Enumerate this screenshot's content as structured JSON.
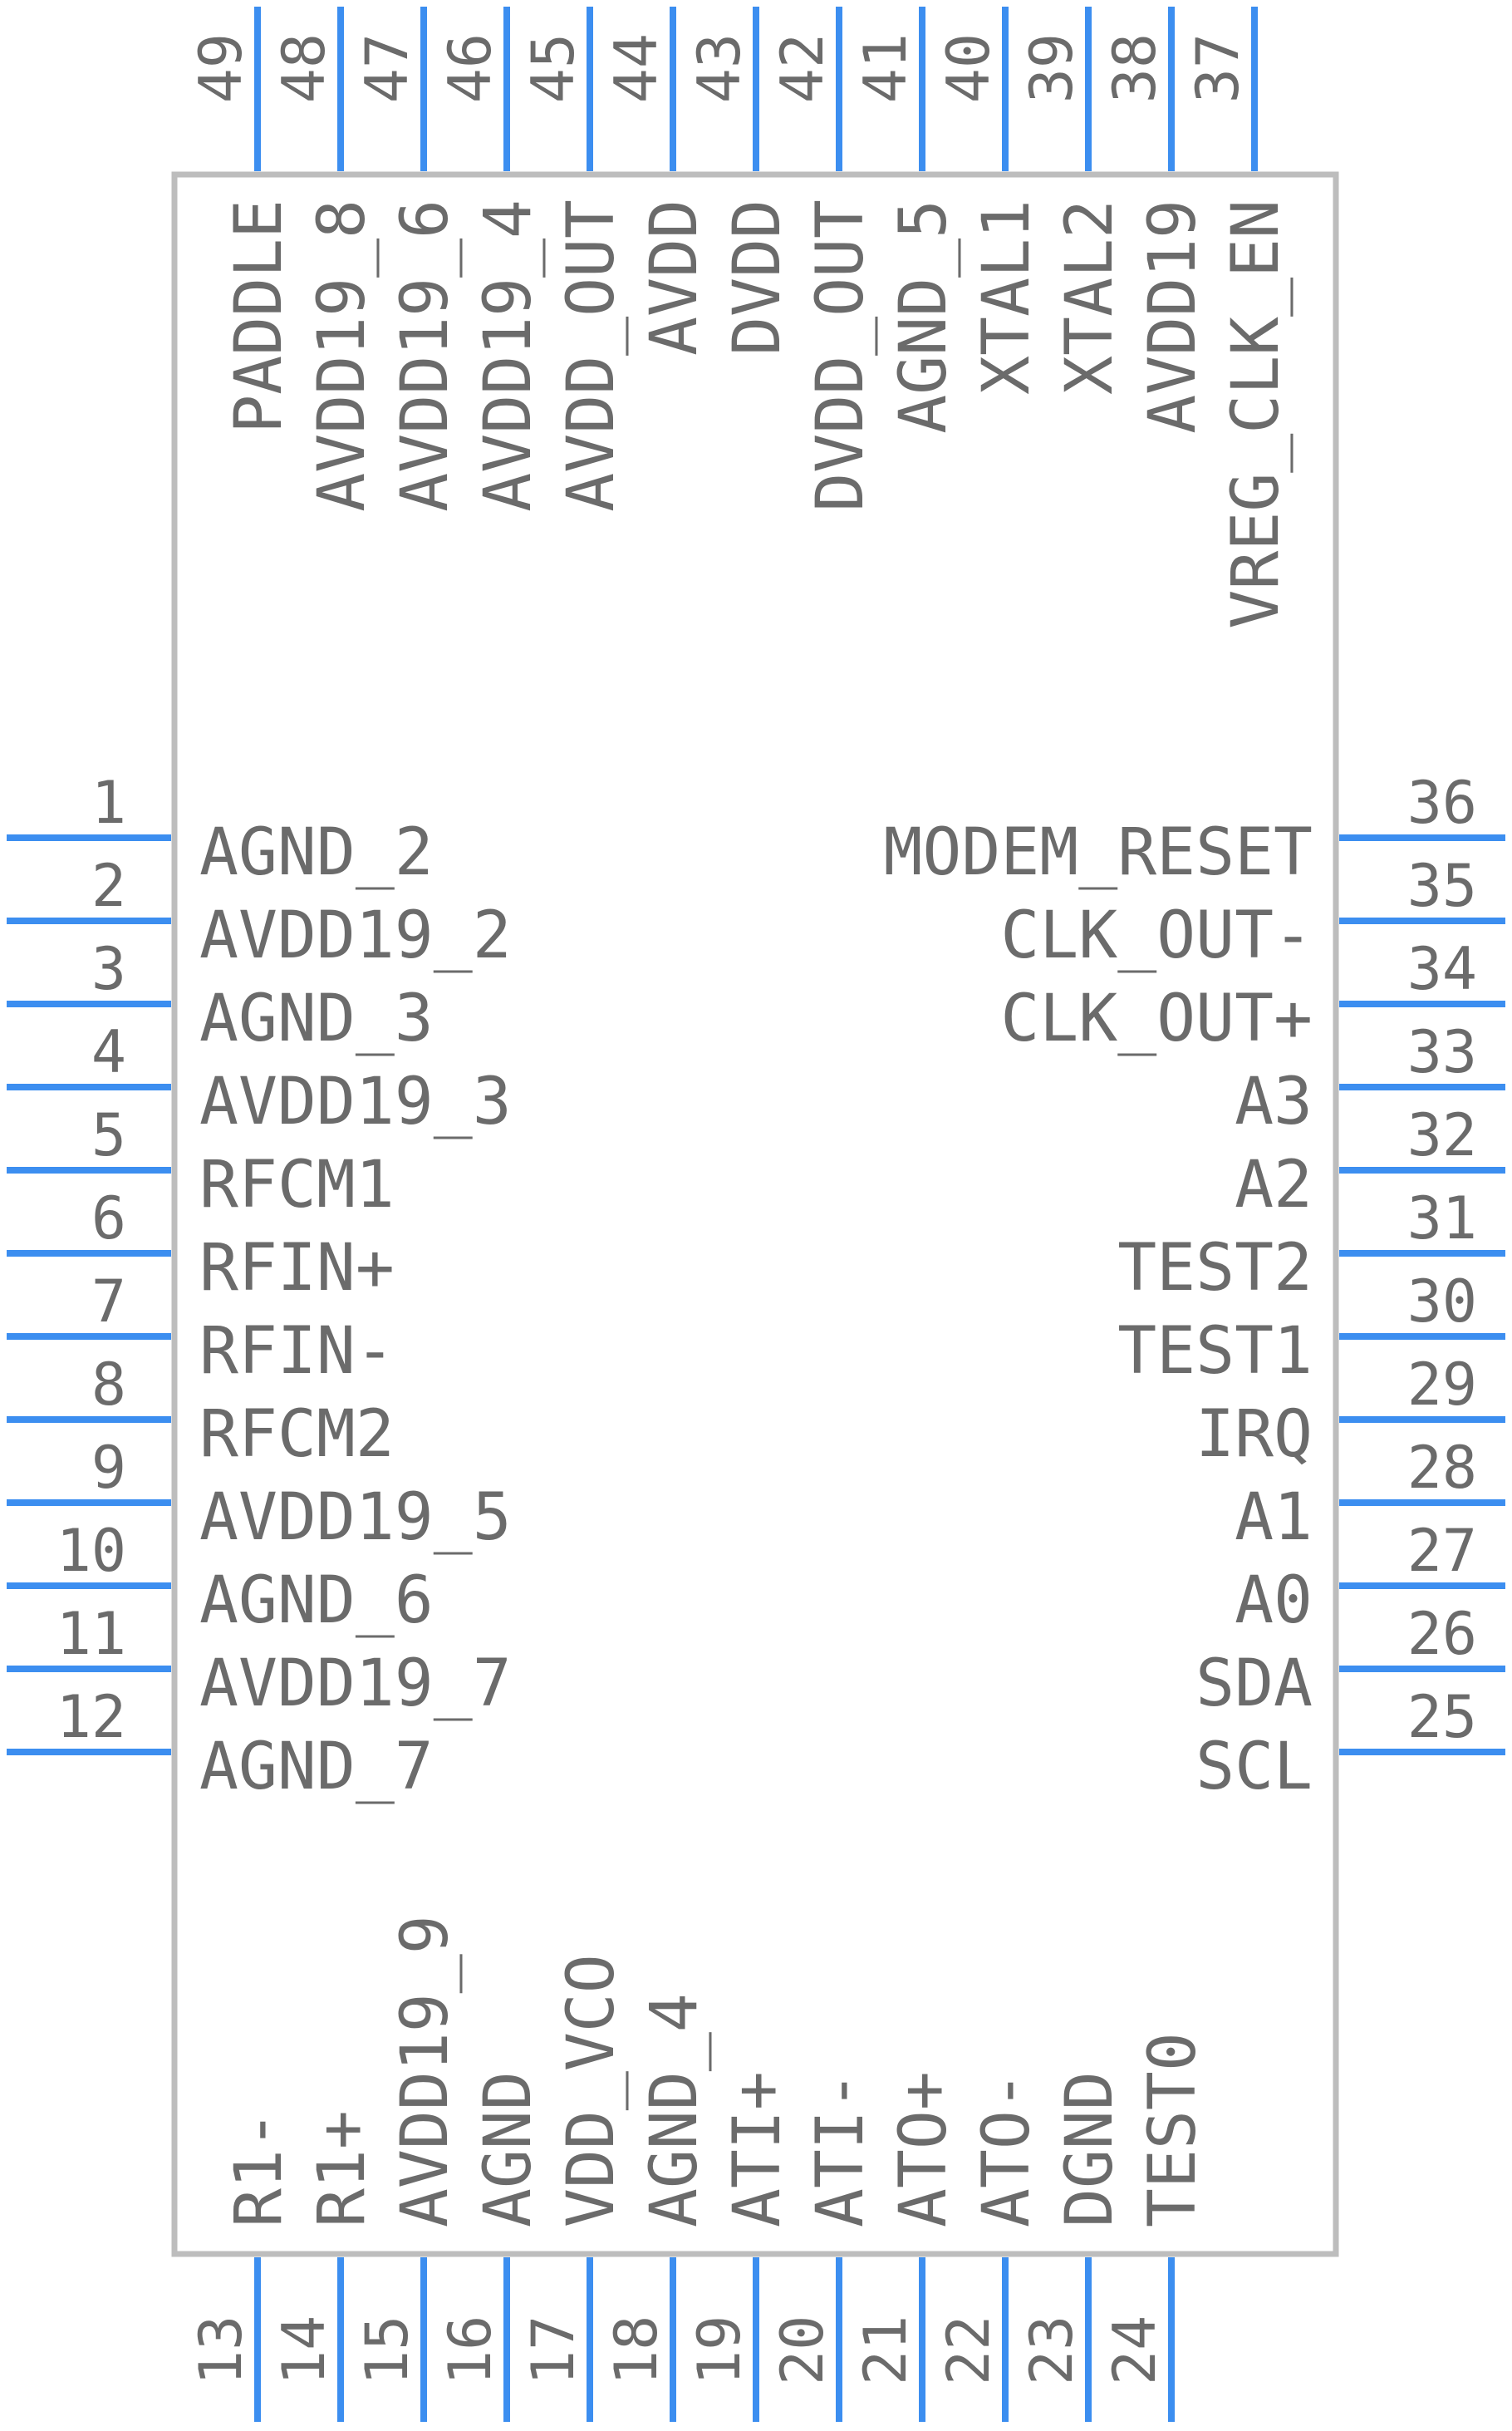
{
  "colors": {
    "pin": "#3c8ef0",
    "outline": "#bdbdbd",
    "text": "#6b6b6b"
  },
  "left_pins": [
    {
      "num": "1",
      "name": "AGND_2"
    },
    {
      "num": "2",
      "name": "AVDD19_2"
    },
    {
      "num": "3",
      "name": "AGND_3"
    },
    {
      "num": "4",
      "name": "AVDD19_3"
    },
    {
      "num": "5",
      "name": "RFCM1"
    },
    {
      "num": "6",
      "name": "RFIN+"
    },
    {
      "num": "7",
      "name": "RFIN-"
    },
    {
      "num": "8",
      "name": "RFCM2"
    },
    {
      "num": "9",
      "name": "AVDD19_5"
    },
    {
      "num": "10",
      "name": "AGND_6"
    },
    {
      "num": "11",
      "name": "AVDD19_7"
    },
    {
      "num": "12",
      "name": "AGND_7"
    }
  ],
  "bottom_pins": [
    {
      "num": "13",
      "name": "R1-"
    },
    {
      "num": "14",
      "name": "R1+"
    },
    {
      "num": "15",
      "name": "AVDD19_9"
    },
    {
      "num": "16",
      "name": "AGND"
    },
    {
      "num": "17",
      "name": "VDD_VCO"
    },
    {
      "num": "18",
      "name": "AGND_4"
    },
    {
      "num": "19",
      "name": "ATI+"
    },
    {
      "num": "20",
      "name": "ATI-"
    },
    {
      "num": "21",
      "name": "ATO+"
    },
    {
      "num": "22",
      "name": "ATO-"
    },
    {
      "num": "23",
      "name": "DGND"
    },
    {
      "num": "24",
      "name": "TEST0"
    }
  ],
  "right_pins": [
    {
      "num": "36",
      "name": "MODEM_RESET"
    },
    {
      "num": "35",
      "name": "CLK_OUT-"
    },
    {
      "num": "34",
      "name": "CLK_OUT+"
    },
    {
      "num": "33",
      "name": "A3"
    },
    {
      "num": "32",
      "name": "A2"
    },
    {
      "num": "31",
      "name": "TEST2"
    },
    {
      "num": "30",
      "name": "TEST1"
    },
    {
      "num": "29",
      "name": "IRQ"
    },
    {
      "num": "28",
      "name": "A1"
    },
    {
      "num": "27",
      "name": "A0"
    },
    {
      "num": "26",
      "name": "SDA"
    },
    {
      "num": "25",
      "name": "SCL"
    }
  ],
  "top_pins": [
    {
      "num": "49",
      "name": "PADDLE"
    },
    {
      "num": "48",
      "name": "AVDD19_8"
    },
    {
      "num": "47",
      "name": "AVDD19_6"
    },
    {
      "num": "46",
      "name": "AVDD19_4"
    },
    {
      "num": "45",
      "name": "AVDD_OUT"
    },
    {
      "num": "44",
      "name": "AVDD"
    },
    {
      "num": "43",
      "name": "DVDD"
    },
    {
      "num": "42",
      "name": "DVDD_OUT"
    },
    {
      "num": "41",
      "name": "AGND_5"
    },
    {
      "num": "40",
      "name": "XTAL1"
    },
    {
      "num": "39",
      "name": "XTAL2"
    },
    {
      "num": "38",
      "name": "AVDD19"
    },
    {
      "num": "37",
      "name": "VREG_CLK_EN"
    }
  ]
}
